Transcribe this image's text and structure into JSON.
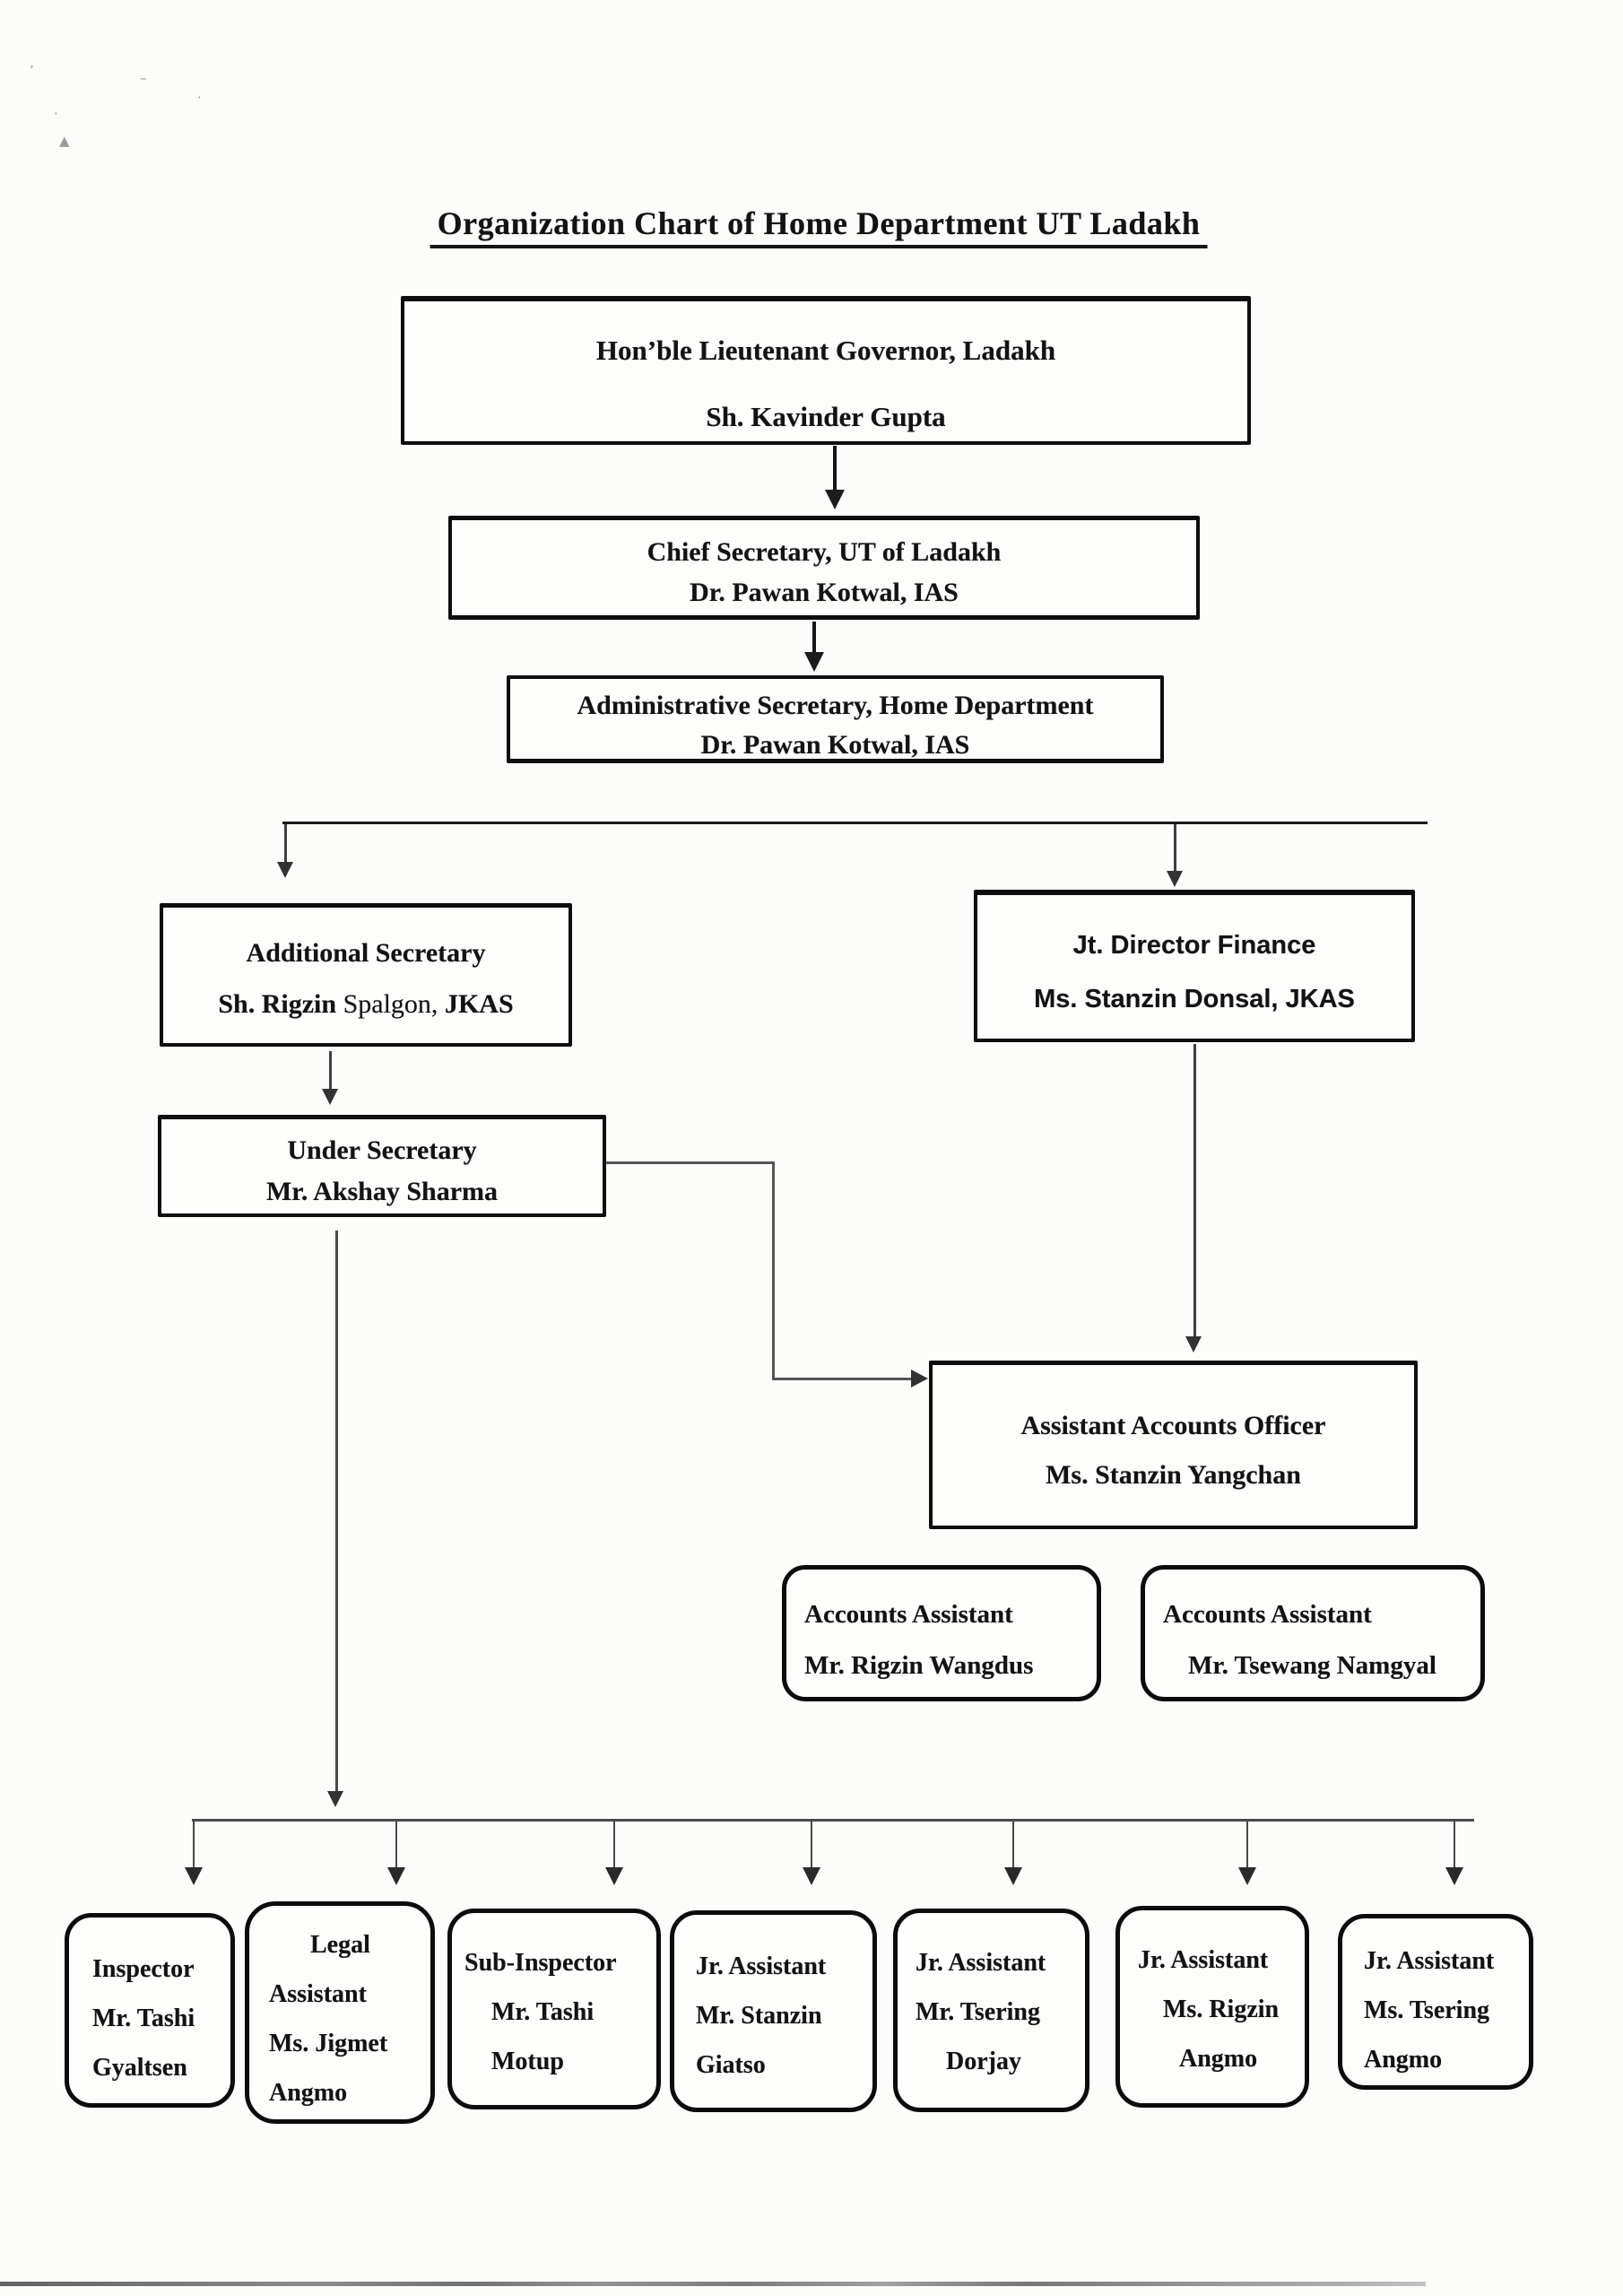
{
  "title": "Organization Chart of Home Department UT Ladakh",
  "nodes": {
    "lieutenant_governor": {
      "role": "Hon’ble Lieutenant Governor, Ladakh",
      "person": "Sh. Kavinder Gupta"
    },
    "chief_secretary": {
      "role": "Chief Secretary, UT of Ladakh",
      "person": "Dr. Pawan Kotwal, IAS"
    },
    "administrative_secretary": {
      "role": "Administrative Secretary, Home Department",
      "person": "Dr. Pawan Kotwal, IAS"
    },
    "additional_secretary": {
      "role": "Additional Secretary",
      "person_bold_prefix": "Sh. Rigzin ",
      "person_regular": "Spalgon,",
      "person_bold_suffix": " JKAS"
    },
    "jt_director_finance": {
      "role": "Jt. Director Finance",
      "person": "Ms. Stanzin Donsal, JKAS"
    },
    "under_secretary": {
      "role": "Under Secretary",
      "person": "Mr. Akshay Sharma"
    },
    "assistant_accounts_officer": {
      "role": "Assistant Accounts Officer",
      "person": "Ms. Stanzin Yangchan"
    },
    "accounts_assistant_1": {
      "role": "Accounts Assistant",
      "person": "Mr. Rigzin Wangdus"
    },
    "accounts_assistant_2": {
      "role": "Accounts Assistant",
      "person": "Mr. Tsewang Namgyal"
    }
  },
  "staff": [
    {
      "lines": [
        "Inspector",
        "Mr. Tashi",
        "Gyaltsen"
      ]
    },
    {
      "lines": [
        "Legal",
        "Assistant",
        "Ms. Jigmet",
        "Angmo"
      ]
    },
    {
      "lines": [
        "Sub-Inspector",
        "Mr. Tashi",
        "Motup"
      ]
    },
    {
      "lines": [
        "Jr. Assistant",
        "Mr. Stanzin",
        "Giatso"
      ]
    },
    {
      "lines": [
        "Jr. Assistant",
        "Mr. Tsering",
        "Dorjay"
      ]
    },
    {
      "lines": [
        "Jr. Assistant",
        "Ms. Rigzin",
        "Angmo"
      ]
    },
    {
      "lines": [
        "Jr. Assistant",
        "Ms. Tsering",
        "Angmo"
      ]
    }
  ],
  "colors": {
    "ink": "#0e0e0e",
    "connector_gray": "#4a4a4a",
    "paper": "#fcfcfb"
  }
}
